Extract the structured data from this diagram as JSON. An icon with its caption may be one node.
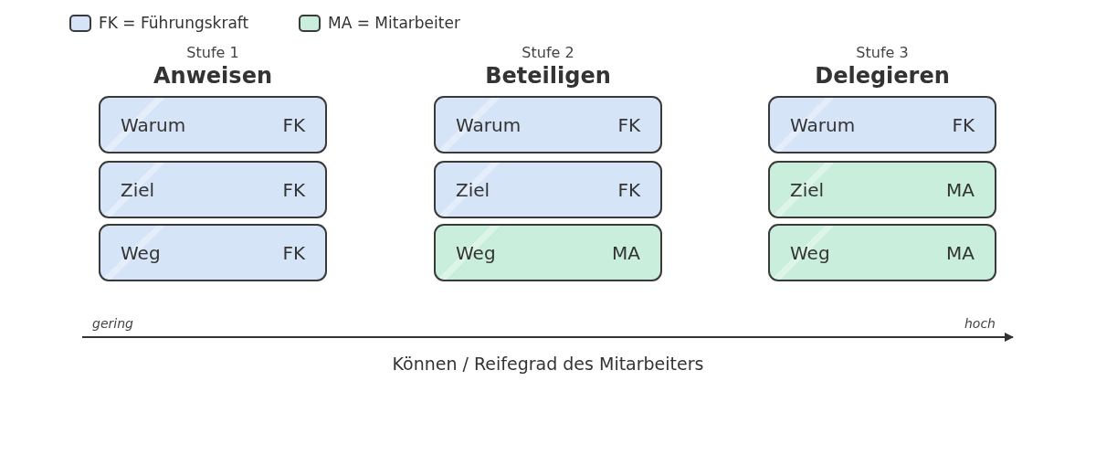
{
  "diagram": {
    "nodes": [
      {
        "text": [
          "Warum",
          "FK"
        ]
      },
      {
        "text": [
          "Ziel",
          "FK"
        ]
      },
      {
        "text": [
          "Weg",
          "FK"
        ]
      },
      {
        "text": [
          "Warum",
          "FK"
        ]
      },
      {
        "text": [
          "Ziel",
          "FK"
        ]
      },
      {
        "text": [
          "Weg",
          "MA"
        ]
      },
      {
        "text": [
          "Warum",
          "FK"
        ]
      },
      {
        "text": [
          "Ziel",
          "MA"
        ]
      },
      {
        "text": [
          "Weg",
          "MA"
        ]
      }
    ],
    "labels": [
      "Stufe 1",
      "Anweisen",
      "Stufe 2",
      "Beteiligen",
      "Stufe 3",
      "Delegieren",
      "gering",
      "hoch",
      "Können / Reifegrad des Mitarbeiters"
    ],
    "legend": [
      {
        "text": "FK = Führungskraft",
        "color": "#d6e4f7"
      },
      {
        "text": "MA = Mitarbeiter",
        "color": "#c9efdc"
      }
    ]
  }
}
